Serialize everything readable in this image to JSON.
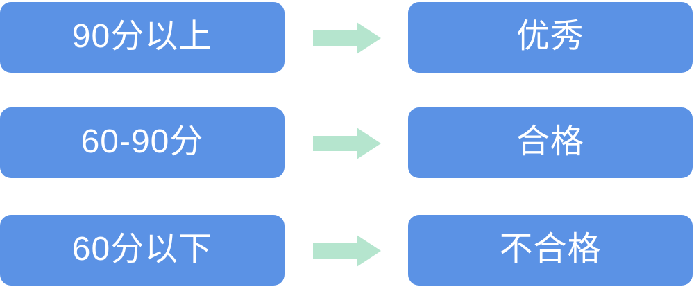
{
  "diagram": {
    "type": "score-grade-mapping",
    "accent_color": "#5b92e5",
    "arrow_color": "#b5e5ce",
    "text_color": "#ffffff",
    "background_color": "#ffffff",
    "arrow_icon_name": "right-arrow-icon",
    "rows": [
      {
        "condition": "90分以上",
        "result": "优秀"
      },
      {
        "condition": "60-90分",
        "result": "合格"
      },
      {
        "condition": "60分以下",
        "result": "不合格"
      }
    ]
  }
}
